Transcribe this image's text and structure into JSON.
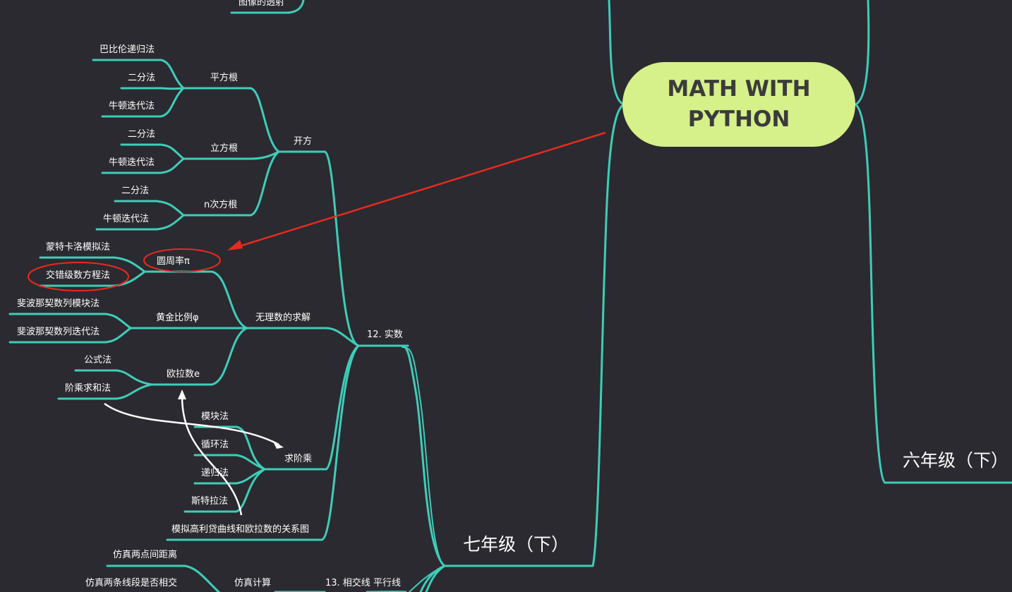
{
  "root": {
    "line1": "MATH WITH",
    "line2": "PYTHON"
  },
  "branches": {
    "grade7b": "七年级（下）",
    "grade6b": "六年级（下）"
  },
  "topics": {
    "real_numbers": "12. 实数",
    "intersecting_lines": "13. 相交线 平行线"
  },
  "nodes": {
    "image_projection": "图像的透射",
    "roots": "开方",
    "square_root": "平方根",
    "cube_root": "立方根",
    "nth_root": "n次方根",
    "babylonian": "巴比伦递归法",
    "bisection": "二分法",
    "newton": "牛顿迭代法",
    "irrational": "无理数的求解",
    "pi": "圆周率π",
    "monte_carlo": "蒙特卡洛模拟法",
    "alternating_series": "交错级数方程法",
    "golden_ratio": "黄金比例φ",
    "fib_modular": "斐波那契数列模块法",
    "fib_iterative": "斐波那契数列迭代法",
    "euler": "欧拉数e",
    "formula": "公式法",
    "factorial_sum": "阶乘求和法",
    "factorial": "求阶乘",
    "module_method": "模块法",
    "loop_method": "循环法",
    "recursion_method": "递归法",
    "stirling": "斯特拉法",
    "loan_curve": "模拟高利贷曲线和欧拉数的关系图",
    "simulation": "仿真计算",
    "point_distance": "仿真两点间距离",
    "segment_intersect": "仿真两条线段是否相交"
  },
  "colors": {
    "background": "#2b2a30",
    "link": "#3ecdb8",
    "root_fill": "#d6f08a",
    "root_text": "#3b3b3b",
    "highlight": "#e52b1f",
    "annotation": "#ffffff"
  }
}
